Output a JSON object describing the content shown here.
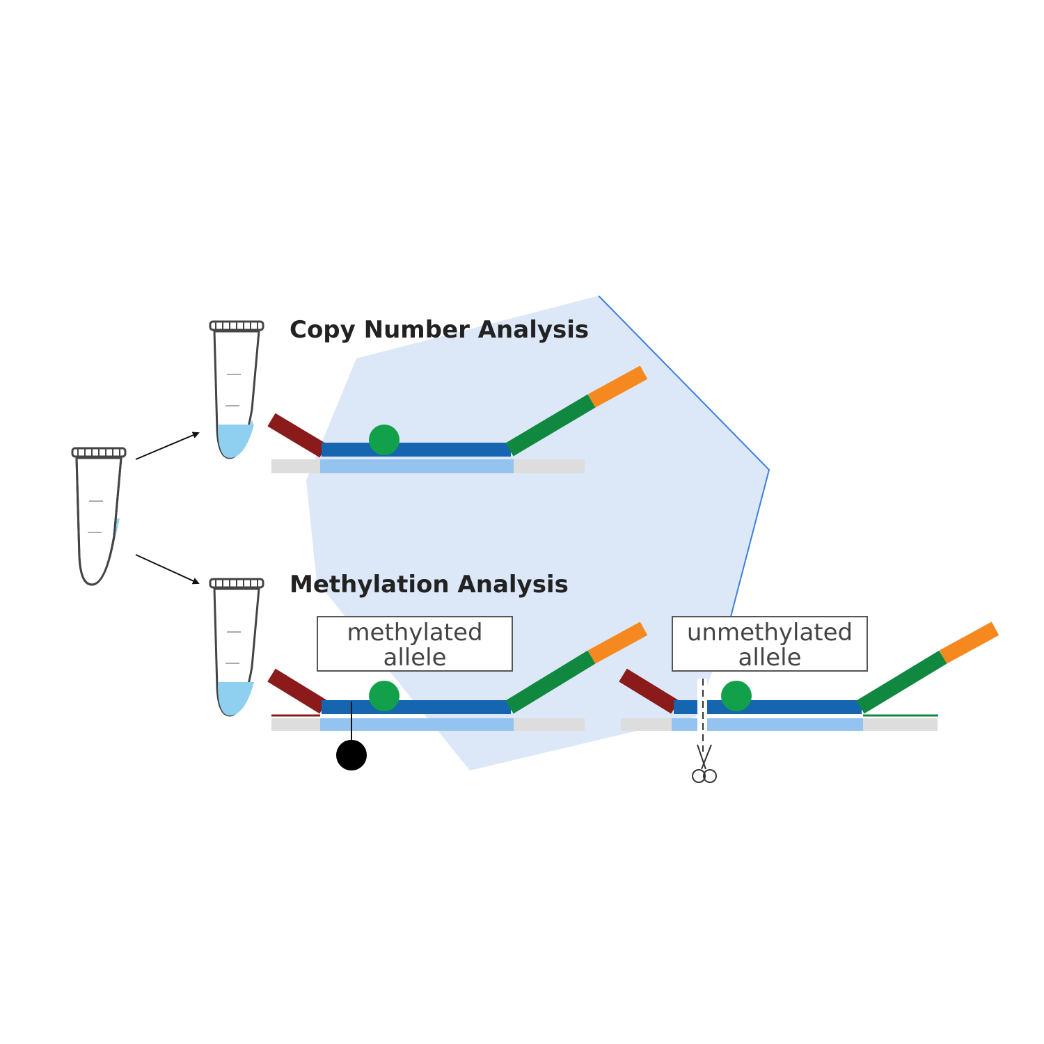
{
  "headings": {
    "copy_number": "Copy Number Analysis",
    "methylation": "Methylation Analysis"
  },
  "labels": {
    "methylated": [
      "methylated",
      "allele"
    ],
    "unmethylated": [
      "unmethylated",
      "allele"
    ]
  },
  "colors": {
    "background_shape": "#dce8f7",
    "background_edge": "#3b7fd9",
    "probe_left": "#8b1a1a",
    "probe_middle": "#1565b0",
    "probe_right": "#11883f",
    "probe_tag": "#f5891f",
    "target_strand": "#dddddd",
    "target_highlight": "#93c3ee",
    "bead": "#12a04a",
    "tube_liquid": "#8fd0f0",
    "methyl_mark": "#000000"
  },
  "icons": [
    "tube-icon",
    "arrow-icon",
    "methyl-group-icon",
    "scissors-icon",
    "bead-icon"
  ]
}
